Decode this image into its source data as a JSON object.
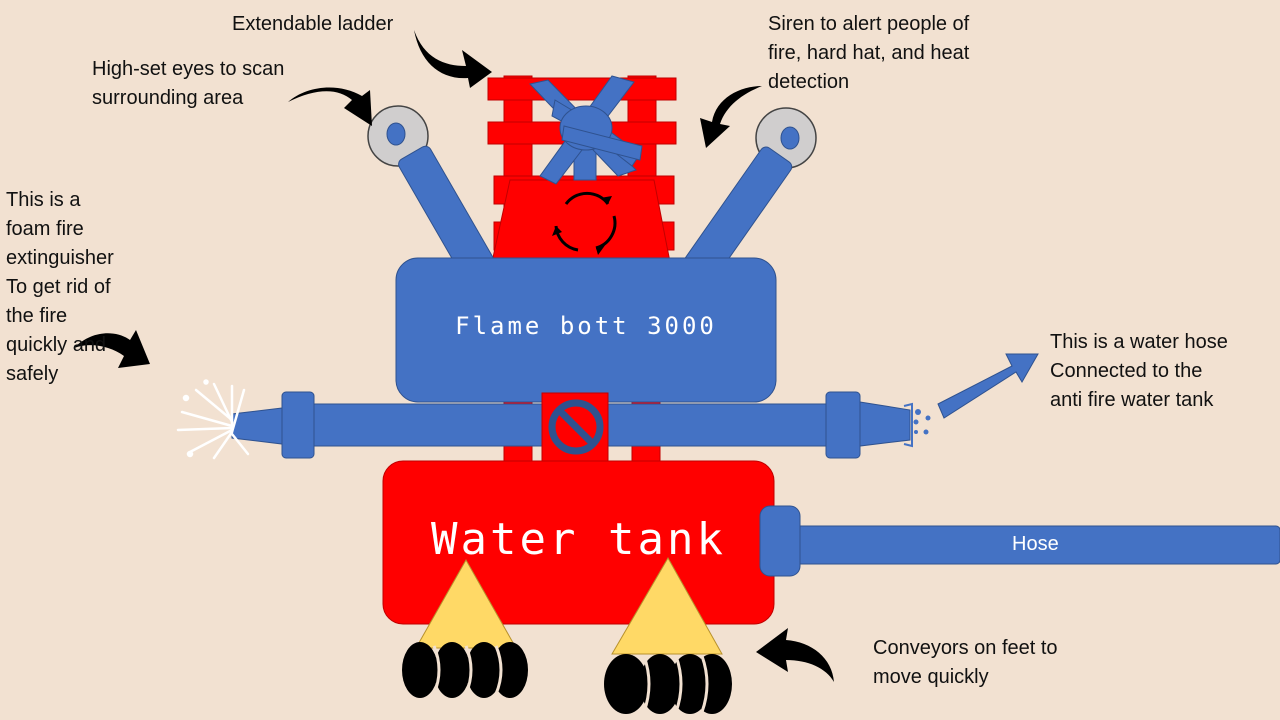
{
  "annotations": {
    "ladder": "Extendable ladder",
    "siren": "Siren to alert people of\nfire, hard hat,  and heat\ndetection",
    "eyes": "High-set eyes to scan\nsurrounding area",
    "foam": "This is a\nfoam fire\nextinguisher\nTo get rid of\nthe fire\nquickly and\nsafely",
    "water_hose": "This is a water hose\nConnected to the\nanti fire water tank",
    "conveyors": "Conveyors on feet to\nmove quickly"
  },
  "robot": {
    "body_label": "Flame bott 3000",
    "tank_label": "Water tank",
    "hose_label": "Hose"
  },
  "colors": {
    "background": "#f2e1d1",
    "red": "#ff0000",
    "blue": "#4472c4",
    "yellow": "#ffd966",
    "grey": "#d0cece",
    "black": "#000000"
  }
}
